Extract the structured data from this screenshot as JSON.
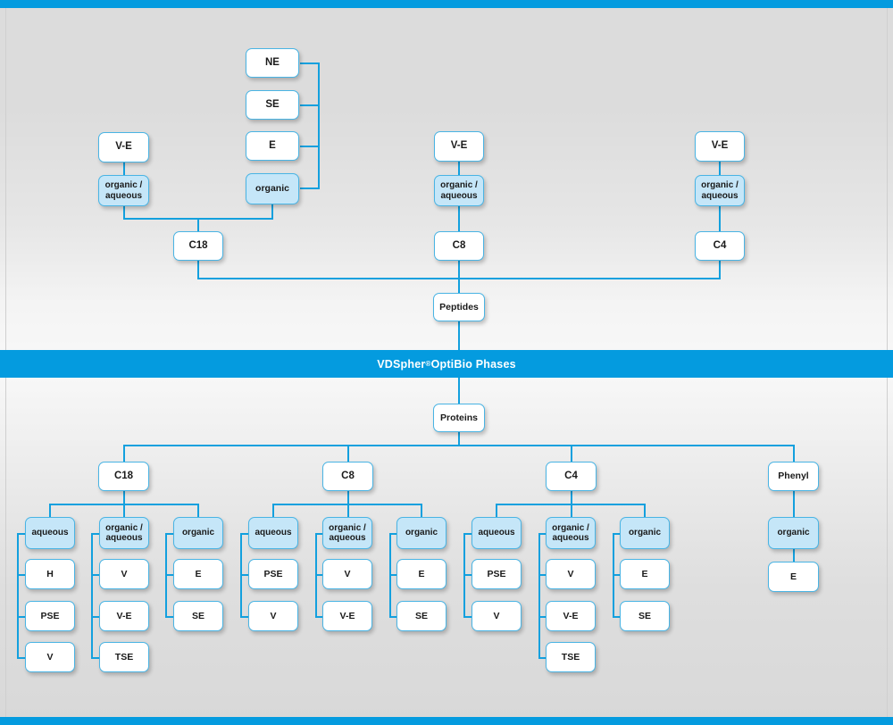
{
  "banner": {
    "title_main": "VDSpher",
    "title_sup": "®",
    "title_rest": " OptiBio Phases",
    "color": "#049bdf"
  },
  "theme": {
    "line_color": "#13a0de",
    "box_border": "#49b4e4",
    "box_fill": "#ffffff",
    "box_fill_highlight": "#c5e6f8",
    "accent_bar": "#049bdf",
    "background": "#dcdcdc"
  },
  "peptides": {
    "root_label": "Peptides",
    "branches": [
      {
        "name": "c18",
        "label": "C18",
        "modes": [
          {
            "label_line1": "organic /",
            "label_line2": "aqueous",
            "highlight": true,
            "items": [
              {
                "label": "V-E"
              }
            ]
          },
          {
            "label_line1": "organic",
            "label_line2": "",
            "highlight": true,
            "items": [
              {
                "label": "NE"
              },
              {
                "label": "SE"
              },
              {
                "label": "E"
              }
            ]
          }
        ]
      },
      {
        "name": "c8",
        "label": "C8",
        "modes": [
          {
            "label_line1": "organic /",
            "label_line2": "aqueous",
            "highlight": true,
            "items": [
              {
                "label": "V-E"
              }
            ]
          }
        ]
      },
      {
        "name": "c4",
        "label": "C4",
        "modes": [
          {
            "label_line1": "organic /",
            "label_line2": "aqueous",
            "highlight": true,
            "items": [
              {
                "label": "V-E"
              }
            ]
          }
        ]
      }
    ]
  },
  "proteins": {
    "root_label": "Proteins",
    "branches": [
      {
        "name": "c18",
        "label": "C18",
        "groups": [
          {
            "label_line1": "aqueous",
            "label_line2": "",
            "highlight": true,
            "items": [
              "H",
              "PSE",
              "V"
            ]
          },
          {
            "label_line1": "organic /",
            "label_line2": "aqueous",
            "highlight": true,
            "items": [
              "V",
              "V-E",
              "TSE"
            ]
          },
          {
            "label_line1": "organic",
            "label_line2": "",
            "highlight": true,
            "items": [
              "E",
              "SE"
            ]
          }
        ]
      },
      {
        "name": "c8",
        "label": "C8",
        "groups": [
          {
            "label_line1": "aqueous",
            "label_line2": "",
            "highlight": true,
            "items": [
              "PSE",
              "V"
            ]
          },
          {
            "label_line1": "organic /",
            "label_line2": "aqueous",
            "highlight": true,
            "items": [
              "V",
              "V-E"
            ]
          },
          {
            "label_line1": "organic",
            "label_line2": "",
            "highlight": true,
            "items": [
              "E",
              "SE"
            ]
          }
        ]
      },
      {
        "name": "c4",
        "label": "C4",
        "groups": [
          {
            "label_line1": "aqueous",
            "label_line2": "",
            "highlight": true,
            "items": [
              "PSE",
              "V"
            ]
          },
          {
            "label_line1": "organic /",
            "label_line2": "aqueous",
            "highlight": true,
            "items": [
              "V",
              "V-E",
              "TSE"
            ]
          },
          {
            "label_line1": "organic",
            "label_line2": "",
            "highlight": true,
            "items": [
              "E",
              "SE"
            ]
          }
        ]
      },
      {
        "name": "phenyl",
        "label": "Phenyl",
        "groups": [
          {
            "label_line1": "organic",
            "label_line2": "",
            "highlight": true,
            "items": [
              "E"
            ]
          }
        ]
      }
    ]
  }
}
